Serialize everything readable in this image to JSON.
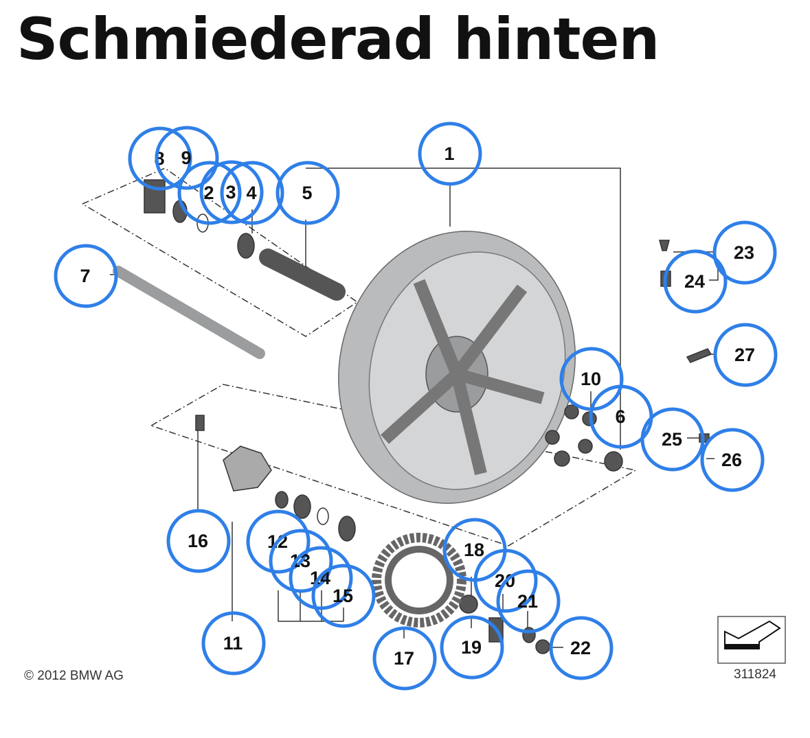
{
  "title": "Schmiederad hinten",
  "copyright": "© 2012 BMW AG",
  "diagram_number": "311824",
  "callouts": [
    "1",
    "2",
    "3",
    "4",
    "5",
    "6",
    "7",
    "8",
    "9",
    "10",
    "11",
    "12",
    "13",
    "14",
    "15",
    "16",
    "17",
    "18",
    "19",
    "20",
    "21",
    "22",
    "23",
    "24",
    "25",
    "26",
    "27"
  ],
  "colors": {
    "callout_circle": "#2F7FE8",
    "part": "#8a8c8e",
    "text": "#111111"
  }
}
